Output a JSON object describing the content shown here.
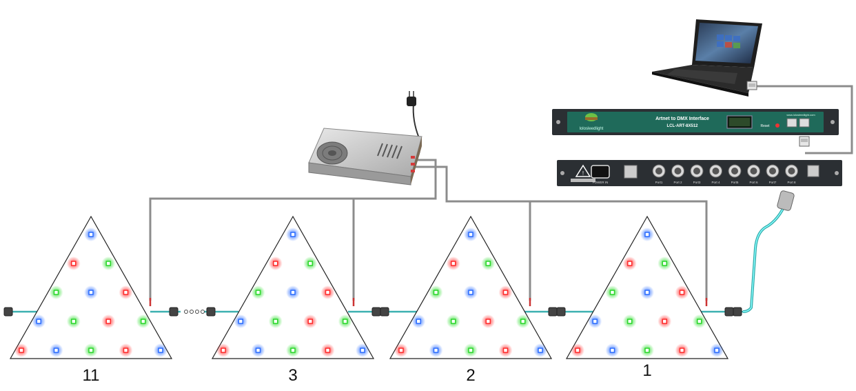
{
  "controller": {
    "brand": "lolosleedlight",
    "title": "Artnet to DMX Interface",
    "model": "LCL-ART-8X512",
    "website": "www.lolosleedlight.com",
    "reset_label": "Reset"
  },
  "dmx_unit": {
    "power_label": "POWER IN",
    "ports": [
      "Port1",
      "Port 2",
      "Port3",
      "Port 4",
      "Port5",
      "Port 6",
      "Port7",
      "Port 8"
    ]
  },
  "panels": [
    {
      "number": "11"
    },
    {
      "number": "3"
    },
    {
      "number": "2"
    },
    {
      "number": "1"
    }
  ],
  "colors": {
    "wire": "#8c8c8c",
    "led_red": "#ff2a2a",
    "led_green": "#2ad62a",
    "led_blue": "#2a6cff",
    "rack": "#2b2f33",
    "controller_panel": "#1f6a5a"
  },
  "led_rows": [
    [
      "blue"
    ],
    [
      "red",
      "green"
    ],
    [
      "green",
      "blue",
      "red"
    ],
    [
      "blue",
      "green",
      "red",
      "green"
    ],
    [
      "red",
      "blue",
      "green",
      "red",
      "blue"
    ]
  ]
}
